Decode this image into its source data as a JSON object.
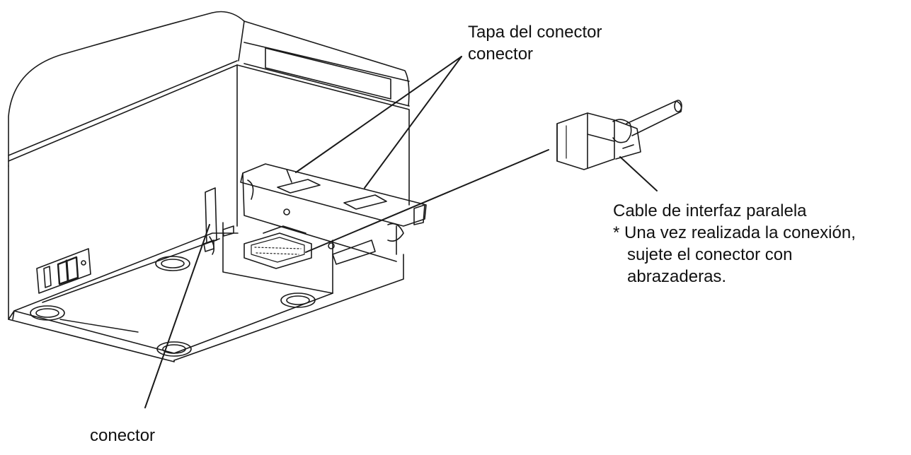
{
  "labels": {
    "connector_cover": [
      "Tapa del conector",
      "conector"
    ],
    "cable": {
      "title": "Cable de interfaz paralela",
      "note": [
        "* Una vez realizada la conexión,",
        "sujete el conector con",
        "abrazaderas."
      ]
    },
    "connector": "conector"
  },
  "colors": {
    "line": "#1a1a1a",
    "background": "#ffffff"
  }
}
